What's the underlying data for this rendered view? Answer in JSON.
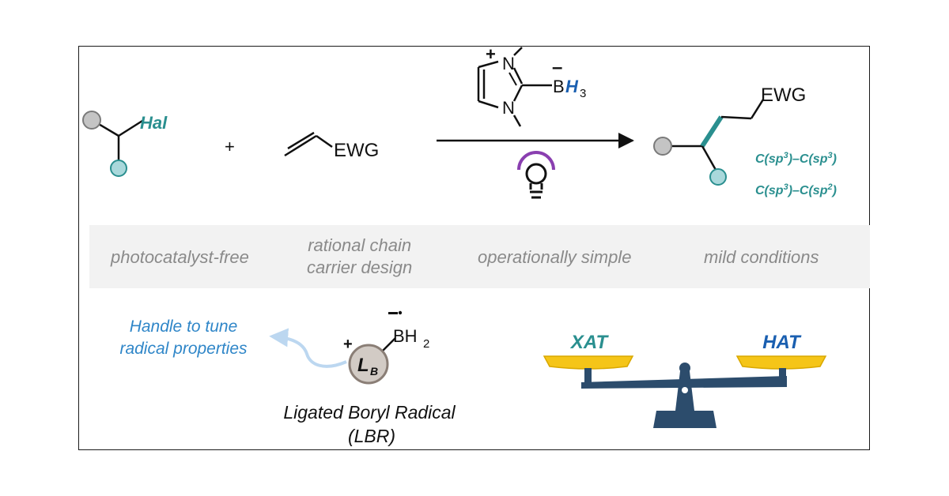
{
  "reaction": {
    "reactant1_label": "Hal",
    "plus": "+",
    "reactant2_label": "EWG",
    "product_label": "EWG",
    "reagent": {
      "N_top": "N",
      "N_bottom": "N",
      "B": "B",
      "H": "H",
      "sub3": "3",
      "plus_charge": "+",
      "minus_charge": "–"
    },
    "bond_types": [
      {
        "base": "C(sp",
        "sup1": "3",
        "mid": ")–C(sp",
        "sup2": "3",
        "end": ")"
      },
      {
        "base": "C(sp",
        "sup1": "3",
        "mid": ")–C(sp",
        "sup2": "2",
        "end": ")"
      }
    ]
  },
  "features": [
    {
      "line1": "photocatalyst-free",
      "line2": ""
    },
    {
      "line1": "rational chain",
      "line2": "carrier design"
    },
    {
      "line1": "operationally simple",
      "line2": ""
    },
    {
      "line1": "mild conditions",
      "line2": ""
    }
  ],
  "lbr": {
    "handle_line1": "Handle to tune",
    "handle_line2": "radical properties",
    "ligand_L": "L",
    "ligand_sub": "B",
    "boryl": "BH",
    "boryl_sub": "2",
    "plus": "+",
    "caption_line1": "Ligated Boryl Radical",
    "caption_line2": "(LBR)"
  },
  "balance": {
    "left_label": "XAT",
    "right_label": "HAT"
  },
  "colors": {
    "teal": "#2a8f8f",
    "blue_text": "#1a5fb0",
    "handle_blue": "#2f86c8",
    "grey_text": "#8a8a8a",
    "pan_yellow": "#f5c518",
    "scale_navy": "#2c4c6c",
    "lightbulb_purple": "#8a3fb0"
  }
}
